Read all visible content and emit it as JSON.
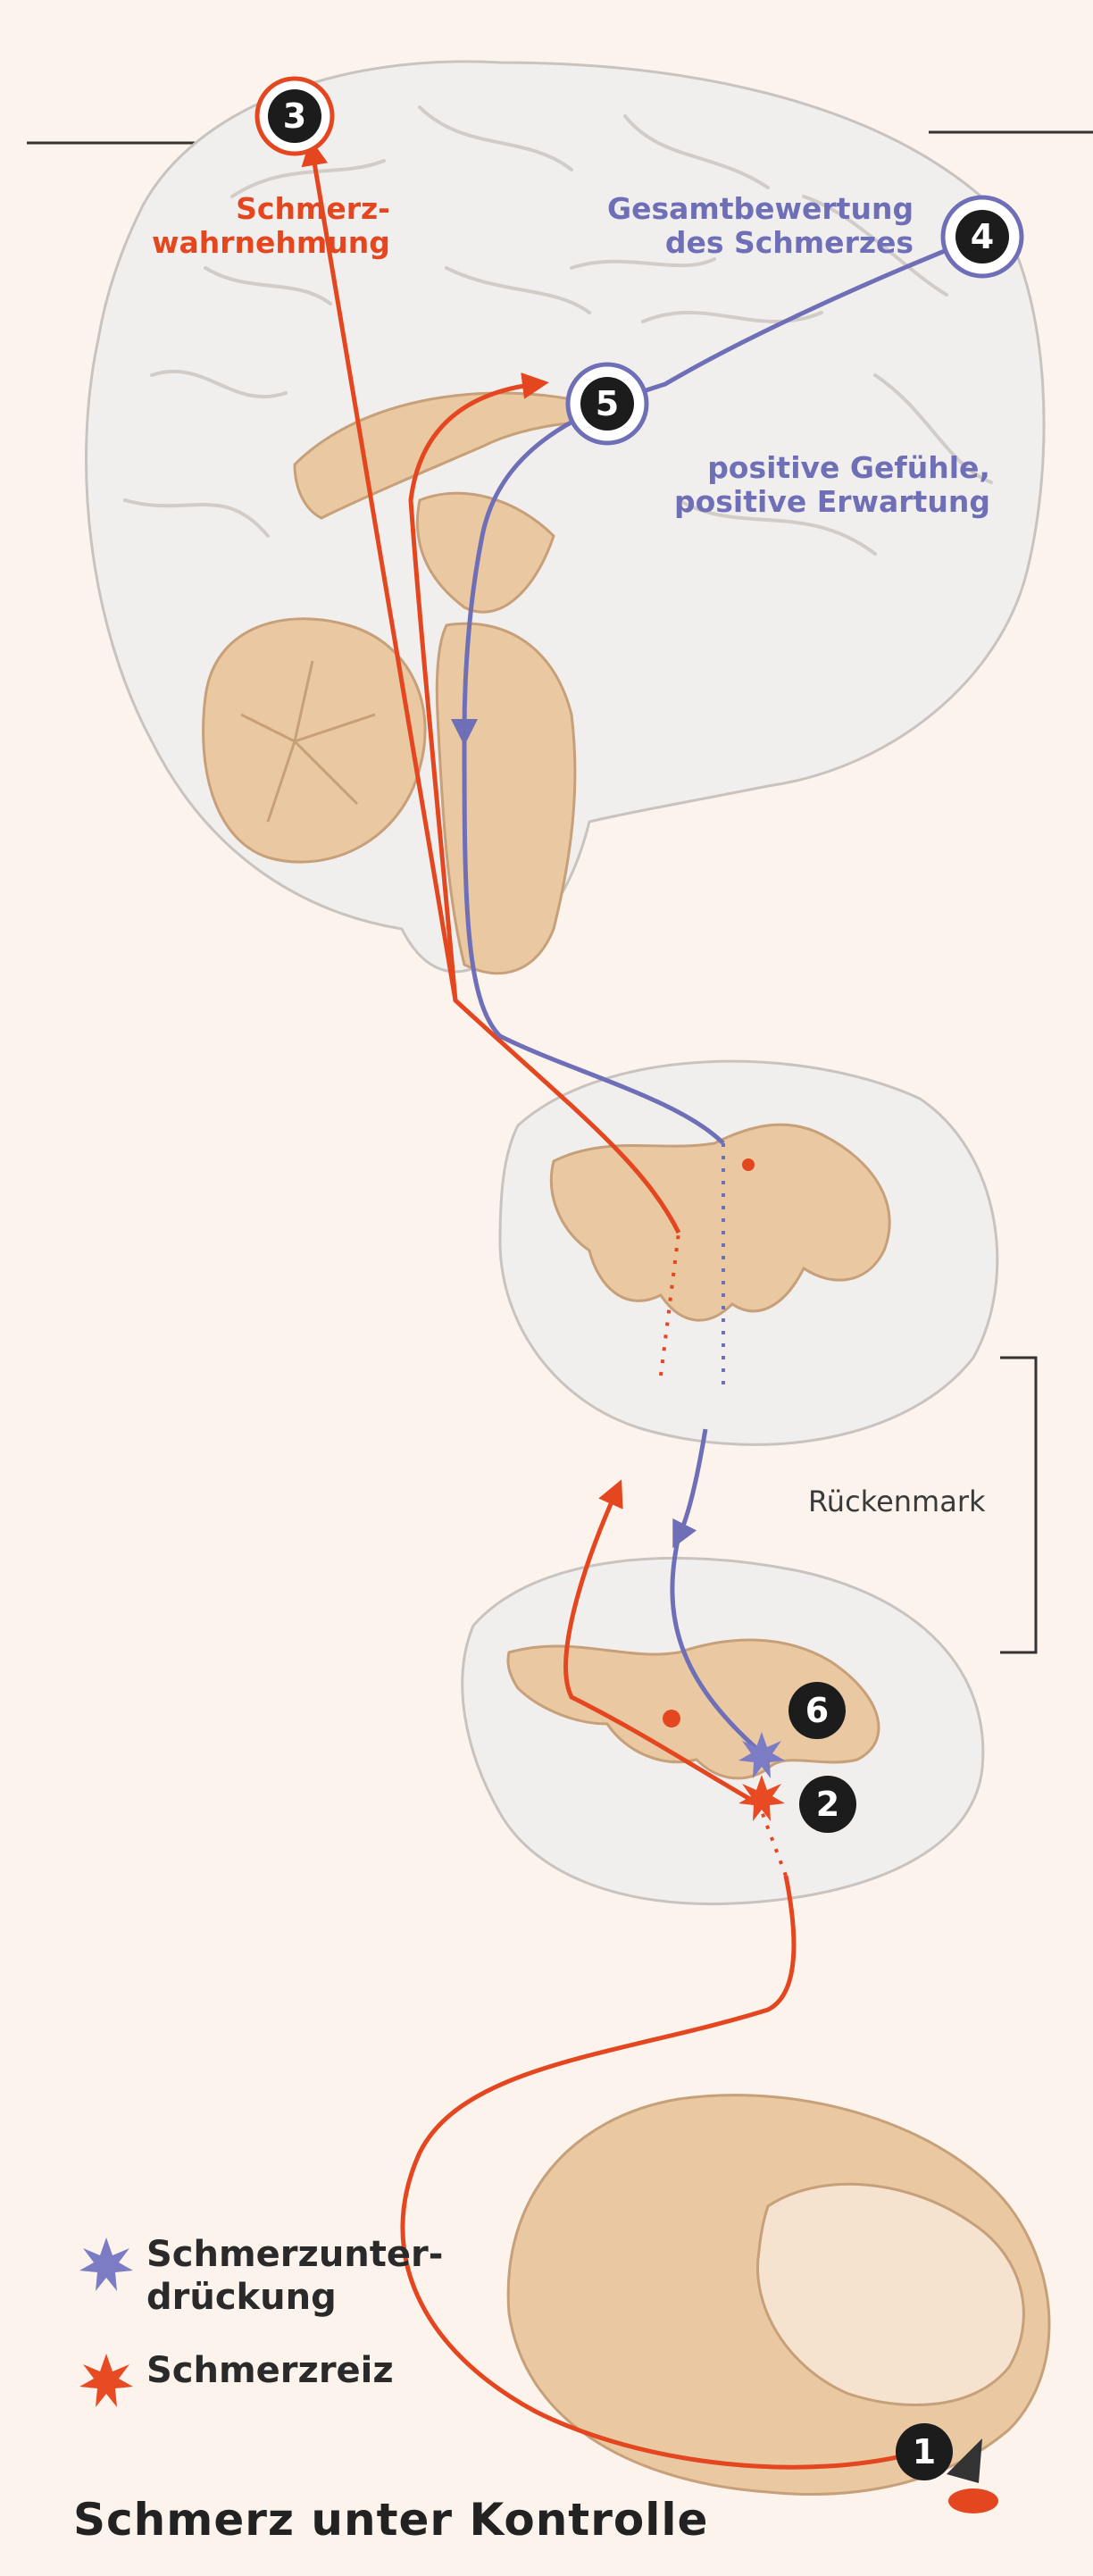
{
  "title": "Schmerz unter Kontrolle",
  "labels": {
    "perception": "Schmerz-\nwahrnehmung",
    "evaluation": "Gesamtbewertung\ndes Schmerzes",
    "emotions": "positive Gefühle,\npositive Erwartung",
    "spinal_cord": "Rückenmark"
  },
  "markers": [
    "1",
    "2",
    "3",
    "4",
    "5",
    "6"
  ],
  "legend": [
    {
      "label": "Schmerzunter-\ndrückung",
      "icon": "blue-star-icon",
      "color": "#7c7cc4"
    },
    {
      "label": "Schmerzreiz",
      "icon": "red-star-icon",
      "color": "#e84a24"
    }
  ],
  "colors": {
    "pain_signal": "#e4471f",
    "suppression": "#6f6fb8",
    "tissue": "#e9c8a2",
    "brain": "#f1efee"
  }
}
